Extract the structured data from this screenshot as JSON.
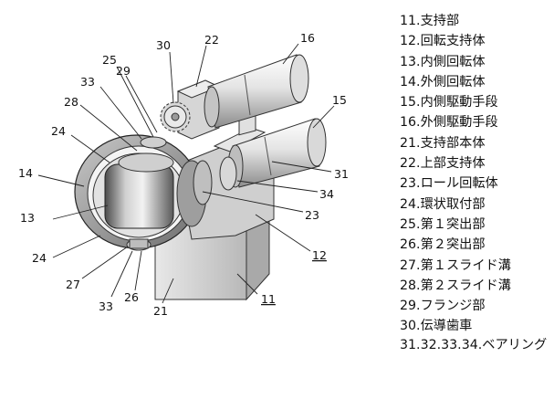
{
  "figure": {
    "labels": {
      "l11": "11",
      "l12": "12",
      "l13": "13",
      "l14": "14",
      "l15": "15",
      "l16": "16",
      "l21": "21",
      "l22": "22",
      "l23": "23",
      "l24a": "24",
      "l24b": "24",
      "l25": "25",
      "l26": "26",
      "l27": "27",
      "l28": "28",
      "l29": "29",
      "l30": "30",
      "l31": "31",
      "l33a": "33",
      "l33b": "33",
      "l34": "34"
    }
  },
  "legend": [
    "11.支持部",
    "12.回転支持体",
    "13.内側回転体",
    "14.外側回転体",
    "15.内側駆動手段",
    "16.外側駆動手段",
    "21.支持部本体",
    "22.上部支持体",
    "23.ロール回転体",
    "24.環状取付部",
    "25.第１突出部",
    "26.第２突出部",
    "27.第１スライド溝",
    "28.第２スライド溝",
    "29.フランジ部",
    "30.伝導歯車",
    "31.32.33.34.ベアリング"
  ]
}
